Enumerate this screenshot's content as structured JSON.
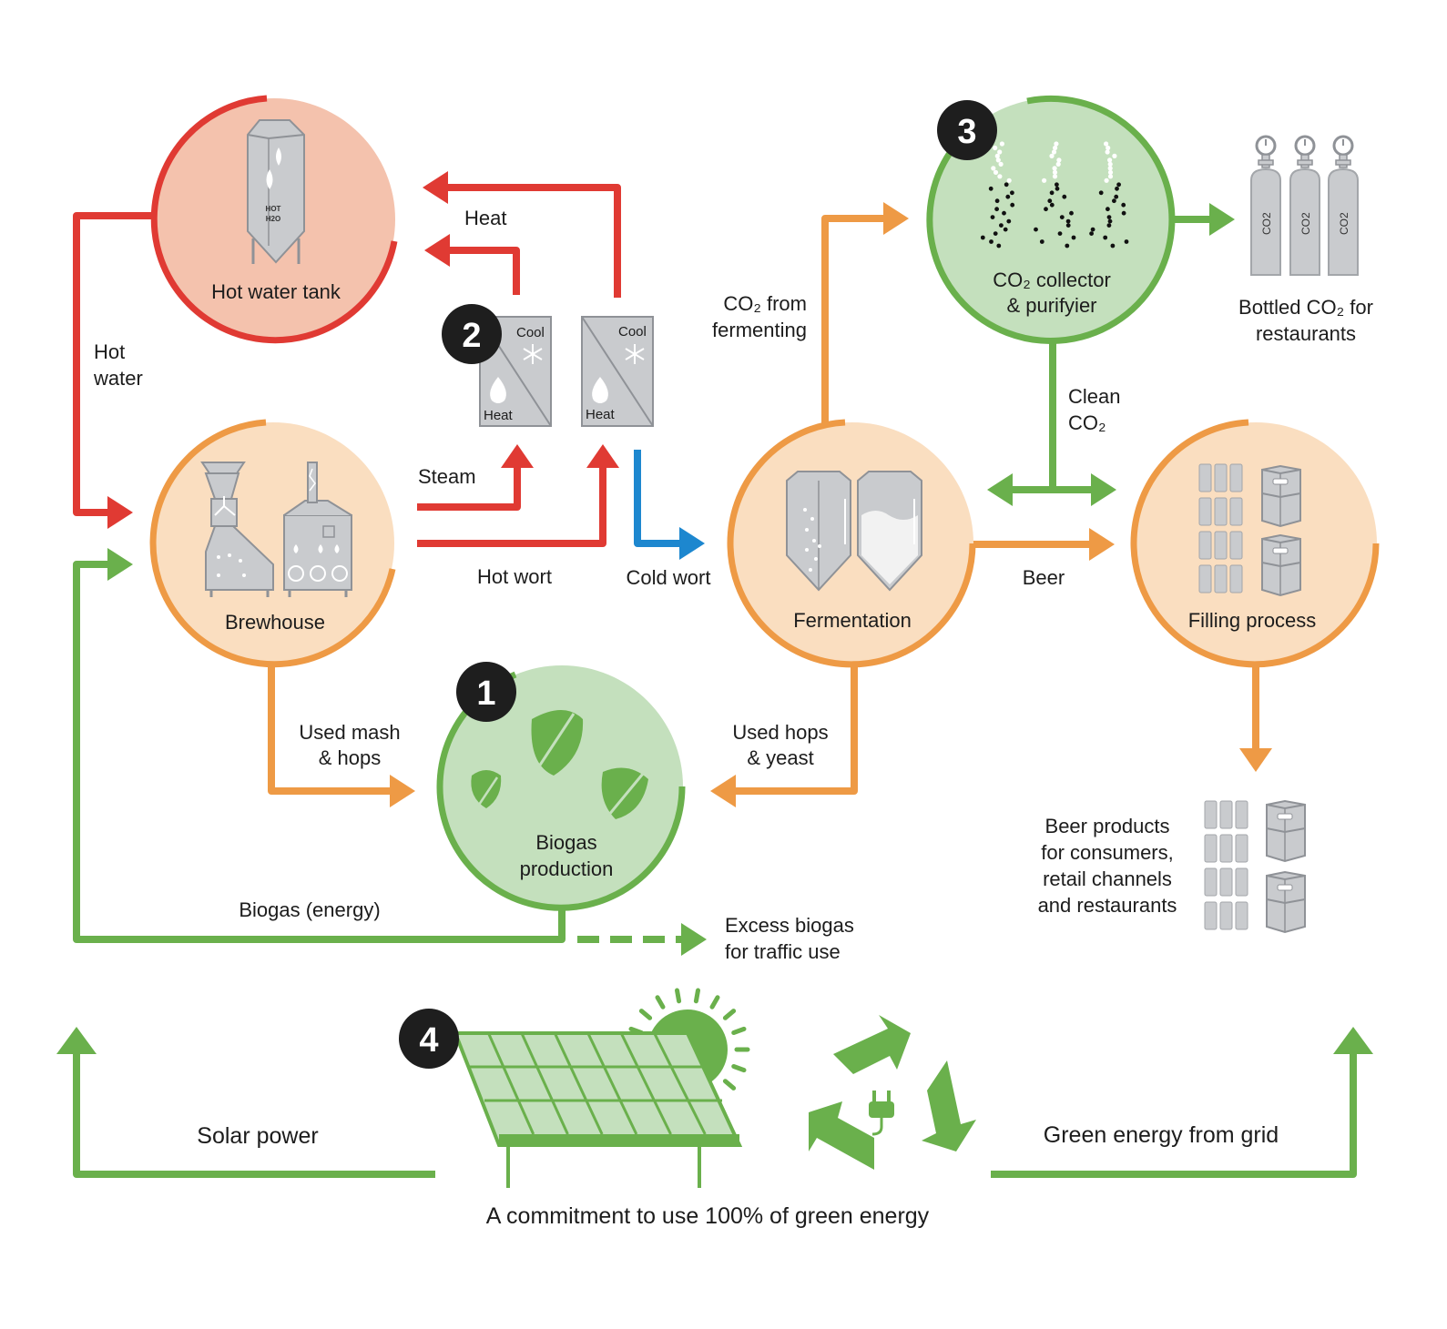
{
  "colors": {
    "red": "#e03a33",
    "orange": "#ee9a45",
    "green": "#6ab04c",
    "blue": "#1d87cf",
    "red_fill": "#f4c2ad",
    "orange_fill": "#fadec0",
    "green_fill": "#c4e0bd",
    "grey": "#c9cbce",
    "badge": "#1e1e1e"
  },
  "nodes": {
    "hot_water_tank": {
      "label": "Hot water tank",
      "tank_text_1": "HOT",
      "tank_text_2": "H2O"
    },
    "brewhouse": {
      "label": "Brewhouse"
    },
    "fermentation": {
      "label": "Fermentation"
    },
    "co2_collector": {
      "label_1": "CO₂ collector",
      "label_2": "& purifyier"
    },
    "filling": {
      "label": "Filling process"
    },
    "biogas": {
      "label_1": "Biogas",
      "label_2": "production"
    }
  },
  "heat_exchangers": {
    "cool": "Cool",
    "heat": "Heat"
  },
  "badges": [
    "1",
    "2",
    "3",
    "4"
  ],
  "flows": {
    "hot_water_1": "Hot",
    "hot_water_2": "water",
    "heat": "Heat",
    "steam": "Steam",
    "hot_wort": "Hot wort",
    "cold_wort": "Cold wort",
    "co2_fermenting_1": "CO₂ from",
    "co2_fermenting_2": "fermenting",
    "clean_co2_1": "Clean",
    "clean_co2_2": "CO₂",
    "beer": "Beer",
    "used_mash_1": "Used mash",
    "used_mash_2": "& hops",
    "used_hops_1": "Used hops",
    "used_hops_2": "& yeast",
    "biogas_energy": "Biogas (energy)",
    "excess_biogas_1": "Excess biogas",
    "excess_biogas_2": "for traffic use"
  },
  "outputs": {
    "bottled_co2_1": "Bottled CO₂ for",
    "bottled_co2_2": "restaurants",
    "cylinder_label": "CO2",
    "beer_products_1": "Beer products",
    "beer_products_2": "for consumers,",
    "beer_products_3": "retail channels",
    "beer_products_4": "and restaurants"
  },
  "energy": {
    "solar": "Solar power",
    "grid": "Green energy from grid",
    "commitment": "A commitment to use 100% of green energy"
  },
  "icons": [
    "tank-icon",
    "brewhouse-icon",
    "fermentation-tank-icon",
    "co2-bubbles-icon",
    "keg-icon",
    "leaf-icon",
    "gas-cylinder-icon",
    "solar-panel-icon",
    "sun-icon",
    "recycle-plug-icon",
    "snowflake-icon",
    "flame-icon"
  ]
}
